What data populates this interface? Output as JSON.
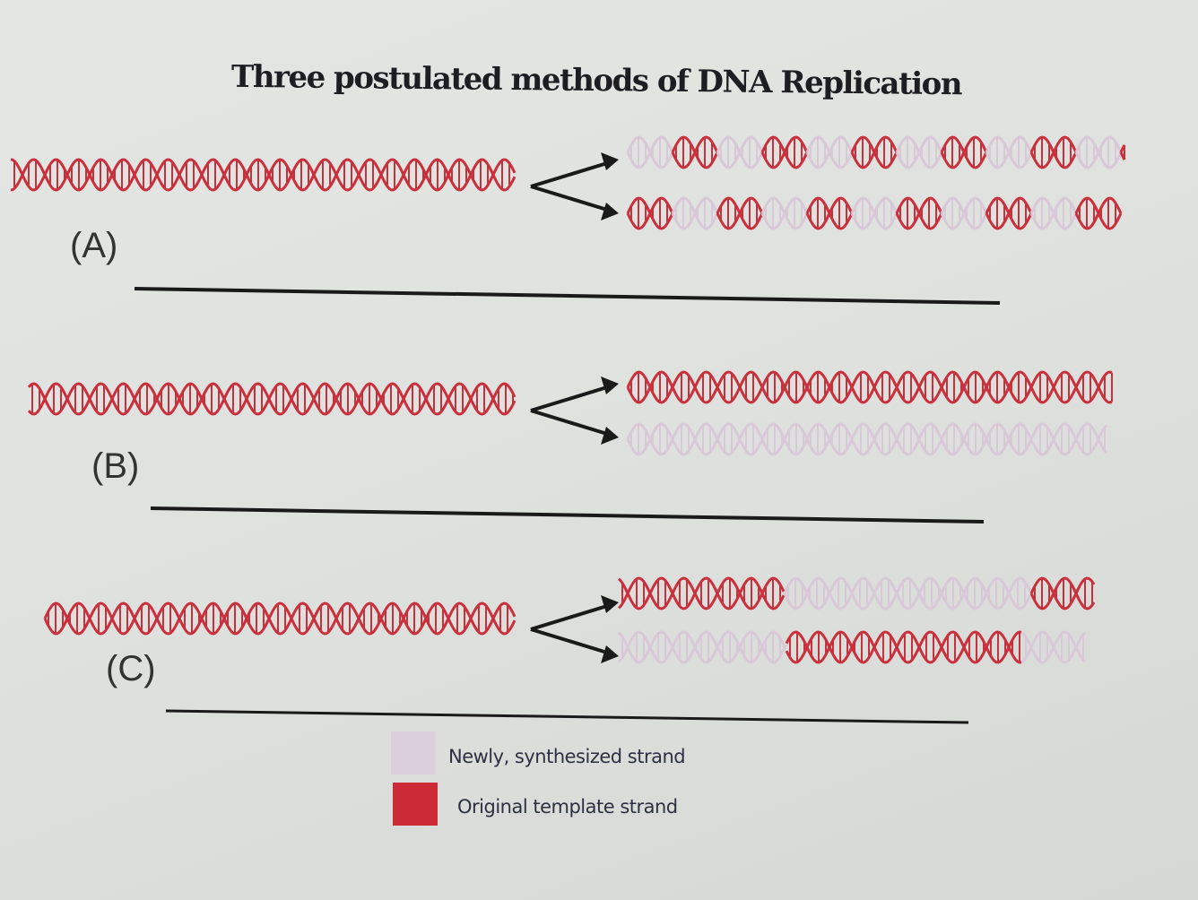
{
  "title": "Three postulated methods of DNA Replication",
  "panels": [
    {
      "label": "(A)"
    },
    {
      "label": "(B)"
    },
    {
      "label": "(C)"
    }
  ],
  "legend": [
    {
      "label": "Newly, synthesized strand",
      "color": "#dccfdc"
    },
    {
      "label": "Original template strand",
      "color": "#cc2a36"
    }
  ],
  "colors": {
    "original": "#c9303c",
    "new": "#d8c8d8",
    "line": "#1a1a1a"
  }
}
